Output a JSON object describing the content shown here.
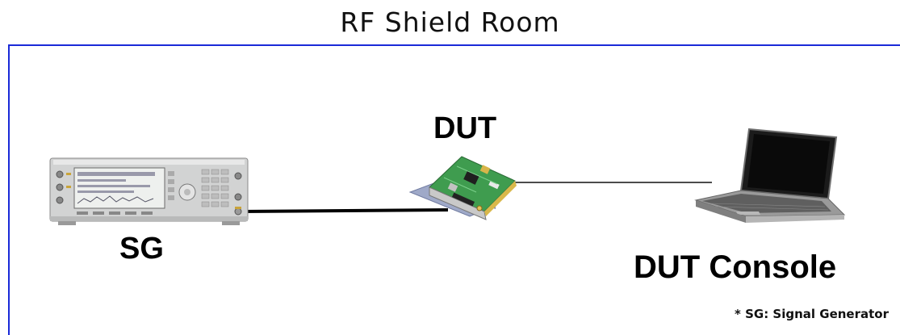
{
  "room": {
    "title": "RF Shield Room"
  },
  "devices": {
    "dut": {
      "label": "DUT",
      "icon": "pcb-card-icon"
    },
    "sg": {
      "label": "SG",
      "icon": "signal-generator-icon"
    },
    "console": {
      "label": "DUT Console",
      "icon": "laptop-icon"
    }
  },
  "footnote": "* SG: Signal Generator",
  "colors": {
    "border": "#1a2ad8",
    "rf_cable": "#000000",
    "console_link": "#111111"
  }
}
